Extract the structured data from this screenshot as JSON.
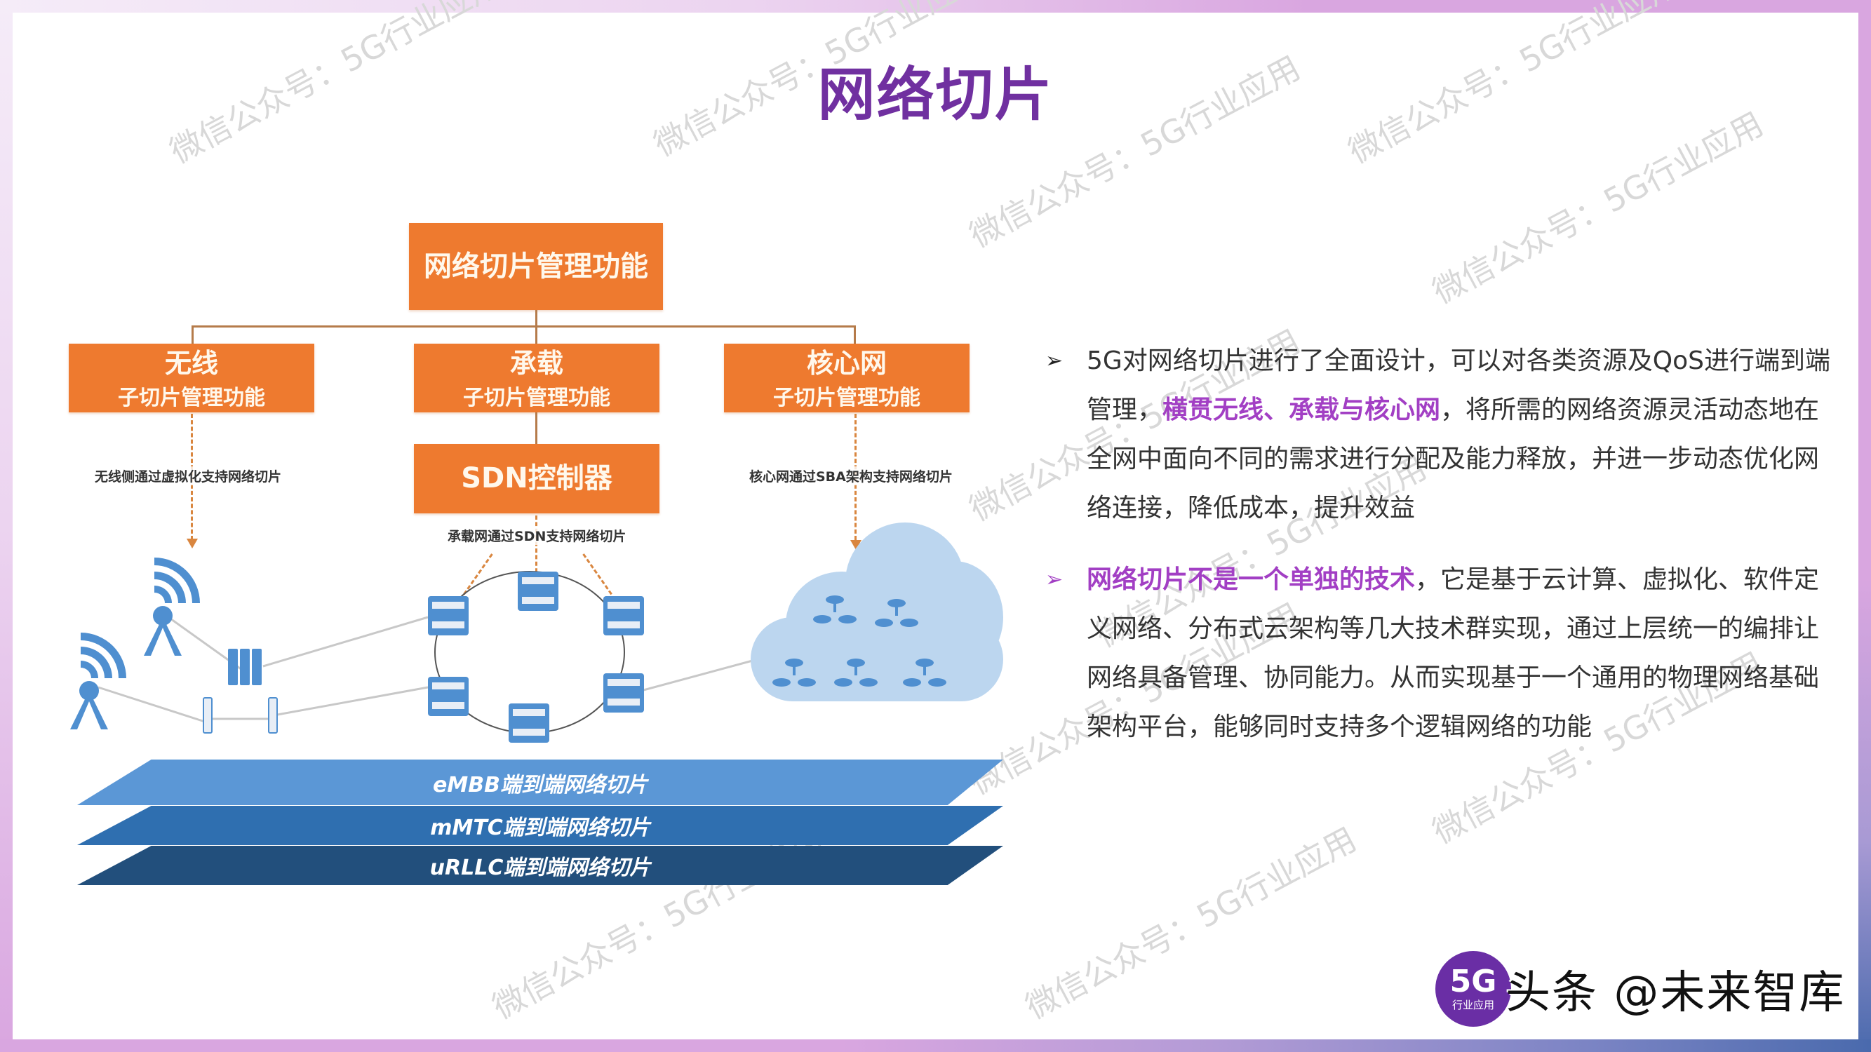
{
  "title": "网络切片",
  "colors": {
    "title": "#7030a0",
    "accent_text": "#a23fc4",
    "orange_box": "#ee7a2f",
    "slice_embb": "#5b97d6",
    "slice_mmtc": "#2f6fb0",
    "slice_urllc": "#224f7c",
    "cloud": "#bcd6ef",
    "device_icon": "#4f8fd0"
  },
  "watermark": "微信公众号：5G行业应用",
  "diagram": {
    "top_box": "网络切片管理功能",
    "sub_boxes": [
      {
        "main": "无线",
        "sub": "子切片管理功能"
      },
      {
        "main": "承载",
        "sub": "子切片管理功能"
      },
      {
        "main": "核心网",
        "sub": "子切片管理功能"
      }
    ],
    "sdn_box": "SDN控制器",
    "labels": {
      "wireless": "无线侧通过虚拟化支持网络切片",
      "bearer": "承载网通过SDN支持网络切片",
      "core": "核心网通过SBA架构支持网络切片"
    },
    "slices": [
      "eMBB端到端网络切片",
      "mMTC端到端网络切片",
      "uRLLC端到端网络切片"
    ]
  },
  "bullets": [
    {
      "arrow": "➢",
      "pre": "5G对网络切片进行了全面设计，可以对各类资源及QoS进行端到端管理，",
      "highlight": "横贯无线、承载与核心网",
      "post": "，将所需的网络资源灵活动态地在全网中面向不同的需求进行分配及能力释放，并进一步动态优化网络连接，降低成本，提升效益"
    },
    {
      "arrow": "➢",
      "pre": "",
      "highlight": "网络切片不是一个单独的技术",
      "post": "，它是基于云计算、虚拟化、软件定义网络、分布式云架构等几大技术群实现，通过上层统一的编排让网络具备管理、协同能力。从而实现基于一个通用的物理网络基础架构平台，能够同时支持多个逻辑网络的功能"
    }
  ],
  "brand": {
    "logo_big": "5G",
    "logo_small": "行业应用",
    "text": "头条 @未来智库"
  }
}
